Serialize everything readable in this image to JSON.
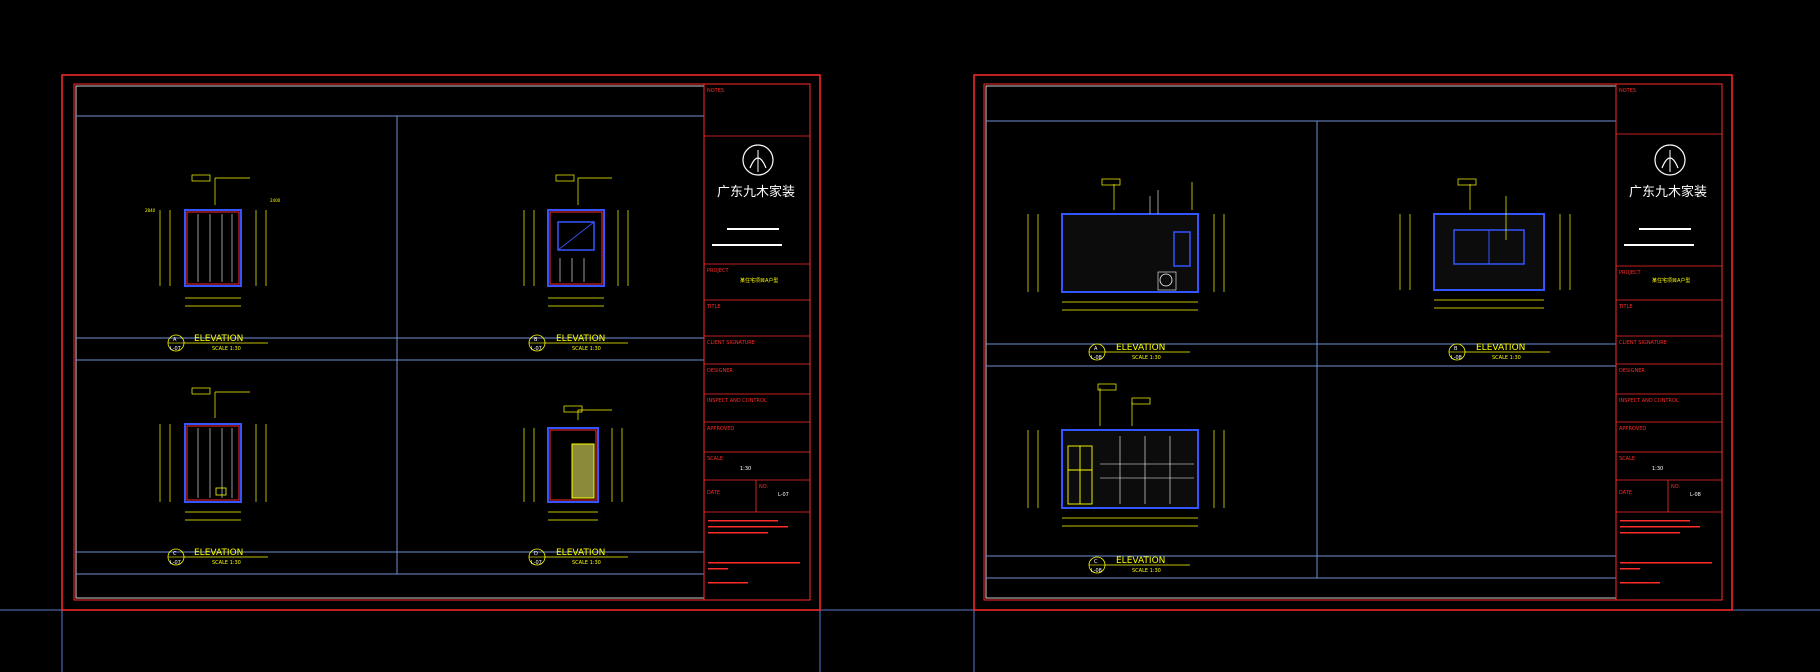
{
  "drawing": {
    "elevation_word": "ELEVATION",
    "sheets": [
      {
        "views": [
          {
            "letter": "A",
            "sheet_ref": "L-07",
            "scale": "SCALE 1:30"
          },
          {
            "letter": "B",
            "sheet_ref": "L-07",
            "scale": "SCALE 1:30"
          },
          {
            "letter": "C",
            "sheet_ref": "L-07",
            "scale": "SCALE 1:30"
          },
          {
            "letter": "D",
            "sheet_ref": "L-07",
            "scale": "SCALE 1:30"
          }
        ],
        "title_block": {
          "brand": "广东九木家装",
          "project_value": "某住宅项目A户型",
          "scale_value": "1:30",
          "sheet_no": "L-07"
        }
      },
      {
        "views": [
          {
            "letter": "A",
            "sheet_ref": "L-08",
            "scale": "SCALE 1:30"
          },
          {
            "letter": "B",
            "sheet_ref": "L-08",
            "scale": "SCALE 1:30"
          },
          {
            "letter": "C",
            "sheet_ref": "L-08",
            "scale": "SCALE 1:30"
          }
        ],
        "title_block": {
          "brand": "广东九木家装",
          "project_value": "某住宅项目A户型",
          "scale_value": "1:30",
          "sheet_no": "L-08"
        }
      }
    ],
    "title_block_labels": {
      "notes": "NOTES",
      "project": "PROJECT",
      "title": "TITLE",
      "client": "CLIENT SIGNATURE",
      "designer": "DESIGNER",
      "checked": "INSPECT AND CONTROL",
      "approved": "APPROVED",
      "scale": "SCALE",
      "date": "DATE",
      "drawing_no": "NO."
    },
    "colors": {
      "background": "#000000",
      "frame": "#ff2a2a",
      "grid": "#6f8fd6",
      "annotation": "#ffff00",
      "fixture": "#3355ff"
    }
  }
}
